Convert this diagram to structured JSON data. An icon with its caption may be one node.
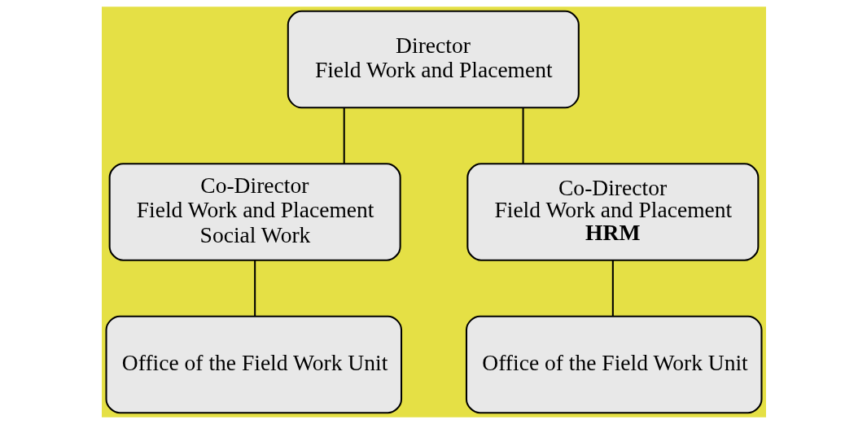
{
  "diagram": {
    "nodes": [
      {
        "text": [
          "Director",
          "Field Work and Placement"
        ]
      },
      {
        "text": [
          "Co-Director",
          "Field Work and Placement",
          "Social Work"
        ]
      },
      {
        "text": [
          "Co-Director",
          "Field Work and Placement",
          "**HRM**"
        ]
      },
      {
        "text": [
          "Office of the Field Work Unit"
        ]
      },
      {
        "text": [
          "Office of the Field Work Unit"
        ]
      }
    ],
    "edges": [
      {
        "from": 0,
        "to": 1,
        "arrow": "none"
      },
      {
        "from": 0,
        "to": 2,
        "arrow": "none"
      },
      {
        "from": 1,
        "to": 3,
        "arrow": "none"
      },
      {
        "from": 2,
        "to": 4,
        "arrow": "none"
      }
    ]
  }
}
